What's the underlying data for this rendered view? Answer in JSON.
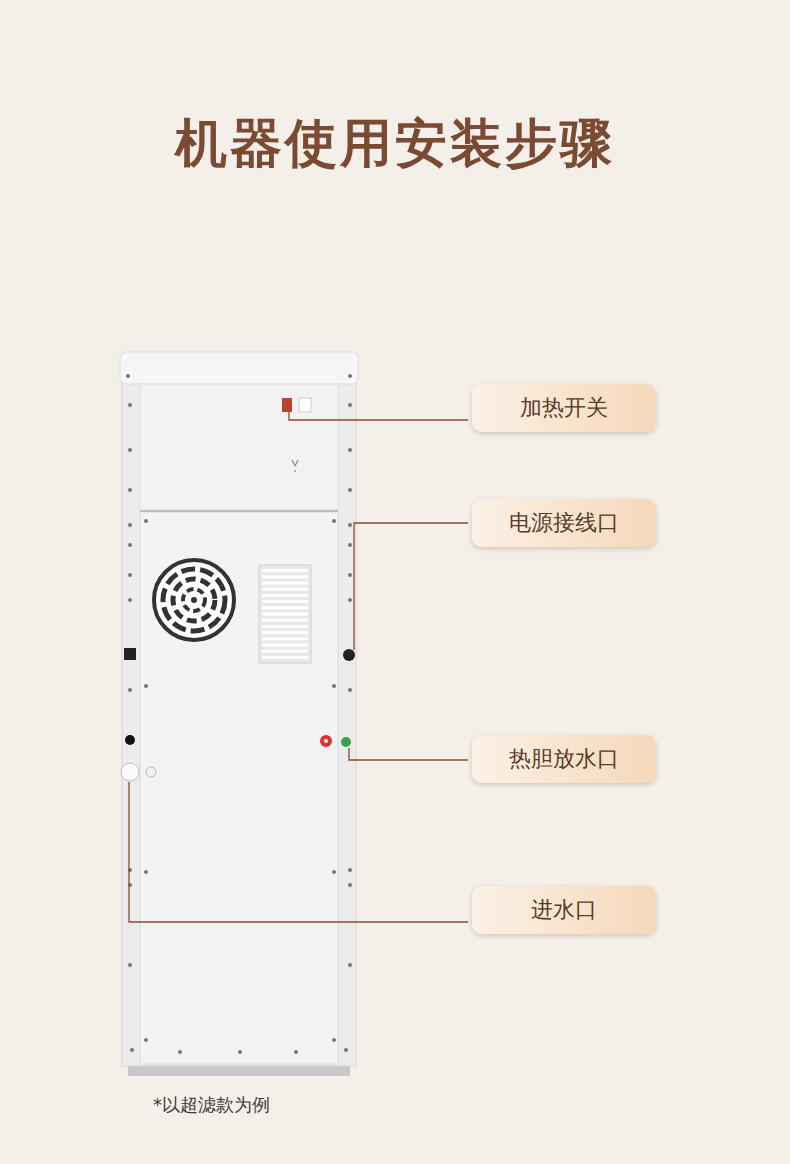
{
  "diagram": {
    "title": "机器使用安装步骤",
    "caption": "*以超滤款为例",
    "nodes": [
      {
        "text": [
          "加热开关"
        ]
      },
      {
        "text": [
          "电源接线口"
        ]
      },
      {
        "text": [
          "热胆放水口"
        ]
      },
      {
        "text": [
          "进水口"
        ]
      }
    ]
  }
}
